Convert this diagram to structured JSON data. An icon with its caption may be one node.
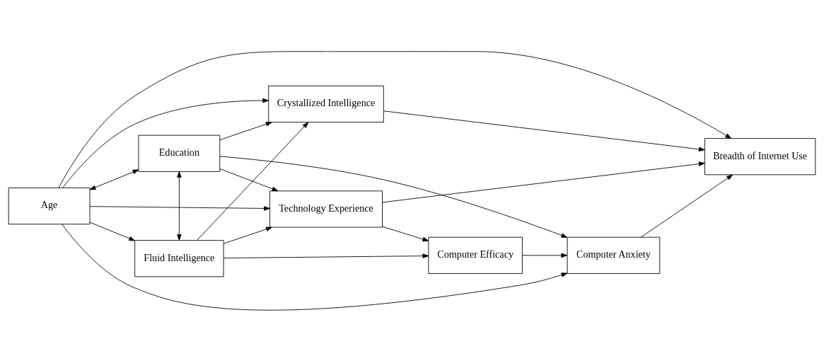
{
  "diagram": {
    "nodes": [
      {
        "text": [
          "Age"
        ]
      },
      {
        "text": [
          "Education"
        ]
      },
      {
        "text": [
          "Crystallized Intelligence"
        ]
      },
      {
        "text": [
          "Fluid Intelligence"
        ]
      },
      {
        "text": [
          "Computer Anxiety"
        ]
      },
      {
        "text": [
          "Technology Experience"
        ]
      },
      {
        "text": [
          "Breadth of Internet Use"
        ]
      },
      {
        "text": [
          "Computer Efficacy"
        ]
      }
    ],
    "edges": [
      {
        "from": 0,
        "to": 1,
        "arrow": "both"
      },
      {
        "from": 1,
        "to": 3,
        "arrow": "both"
      },
      {
        "from": 0,
        "to": 4,
        "arrow": "to"
      },
      {
        "from": 0,
        "to": 5,
        "arrow": "to"
      },
      {
        "from": 0,
        "to": 6,
        "arrow": "to"
      },
      {
        "from": 0,
        "to": 2,
        "arrow": "to"
      },
      {
        "from": 0,
        "to": 3,
        "arrow": "to"
      },
      {
        "from": 1,
        "to": 4,
        "arrow": "to"
      },
      {
        "from": 1,
        "to": 5,
        "arrow": "to"
      },
      {
        "from": 1,
        "to": 2,
        "arrow": "to"
      },
      {
        "from": 3,
        "to": 2,
        "arrow": "to"
      },
      {
        "from": 3,
        "to": 7,
        "arrow": "to"
      },
      {
        "from": 3,
        "to": 5,
        "arrow": "to"
      },
      {
        "from": 2,
        "to": 6,
        "arrow": "to"
      },
      {
        "from": 7,
        "to": 4,
        "arrow": "to"
      },
      {
        "from": 4,
        "to": 6,
        "arrow": "to"
      },
      {
        "from": 5,
        "to": 7,
        "arrow": "to"
      },
      {
        "from": 5,
        "to": 6,
        "arrow": "to"
      }
    ]
  }
}
